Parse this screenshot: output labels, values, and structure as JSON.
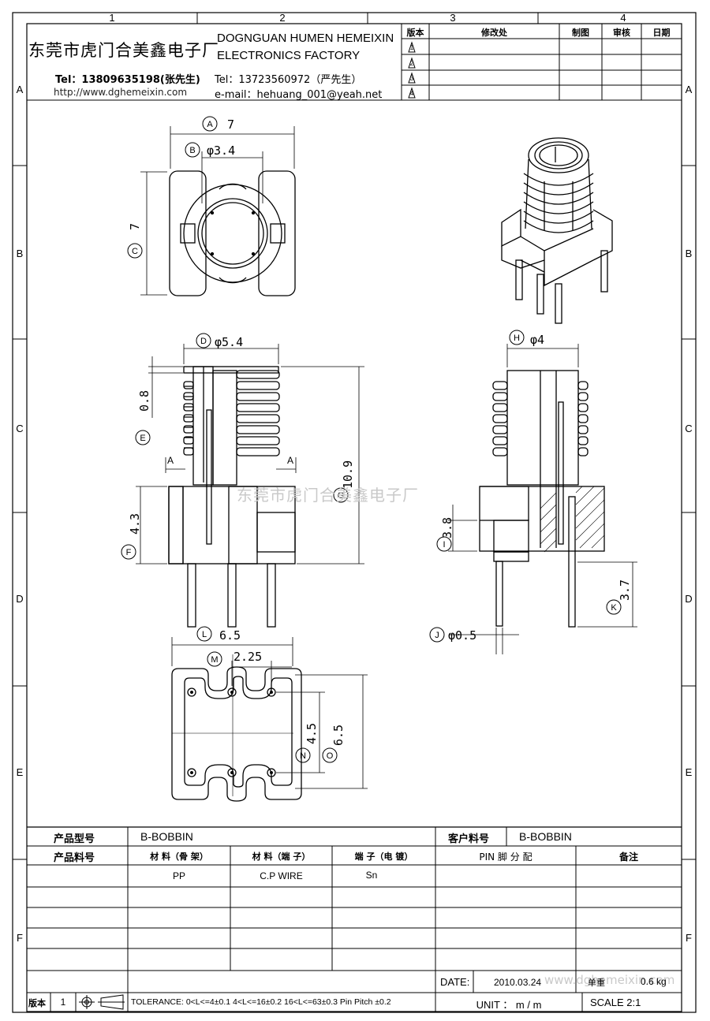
{
  "zones": {
    "columns": [
      "1",
      "2",
      "3",
      "4"
    ],
    "rows": [
      "A",
      "B",
      "C",
      "D",
      "E",
      "F"
    ]
  },
  "header": {
    "company_cn": "东莞市虎门合美鑫电子厂",
    "company_en_line1": "DOGNGUAN HUMEN HEMEIXIN",
    "company_en_line2": "ELECTRONICS FACTORY",
    "tel1": "Tel：13809635198(张先生)",
    "tel2": "Tel：13723560972（严先生）",
    "website": "http://www.dghemeixin.com",
    "email": "e-mail：hehuang_001@yeah.net"
  },
  "revision_table": {
    "headers": [
      "版本",
      "修改处",
      "制图",
      "审核",
      "日期"
    ],
    "revisions": [
      "1",
      "2",
      "3",
      "4"
    ]
  },
  "dimensions": {
    "A": "7",
    "B": "φ3.4",
    "C": "7",
    "D": "φ5.4",
    "E": "0.8",
    "F": "4.3",
    "G": "10.9",
    "H": "φ4",
    "I": "3.8",
    "J": "φ0.5",
    "K": "3.7",
    "L": "6.5",
    "M": "2.25",
    "N": "4.5",
    "O": "6.5",
    "section_mark": "A"
  },
  "watermark": "东莞市虎门合美鑫电子厂",
  "watermark2": "www.dghemeixin.com",
  "title_block": {
    "product_model_label": "产品型号",
    "product_model_value": "B-BOBBIN",
    "customer_part_label": "客户料号",
    "customer_part_value": "B-BOBBIN",
    "product_part_label": "产品料号",
    "material_frame_label": "材 料（骨 架）",
    "material_pin_label": "材 料（端 子）",
    "terminal_plating_label": "端 子（电 镀）",
    "pin_assignment_label": "PIN 脚 分 配",
    "remarks_label": "备注",
    "material_frame_value": "PP",
    "material_pin_value": "C.P WIRE",
    "terminal_plating_value": "Sn",
    "date_label": "DATE:",
    "date_value": "2010.03.24",
    "weight_label": "单重",
    "weight_value": "0.6 kg",
    "version_label": "版本",
    "version_value": "1",
    "tolerance": "TOLERANCE:  0<L<=4±0.1  4<L<=16±0.2  16<L<=63±0.3  Pin Pitch  ±0.2",
    "unit": "UNIT ： m / m",
    "scale": "SCALE    2:1"
  }
}
